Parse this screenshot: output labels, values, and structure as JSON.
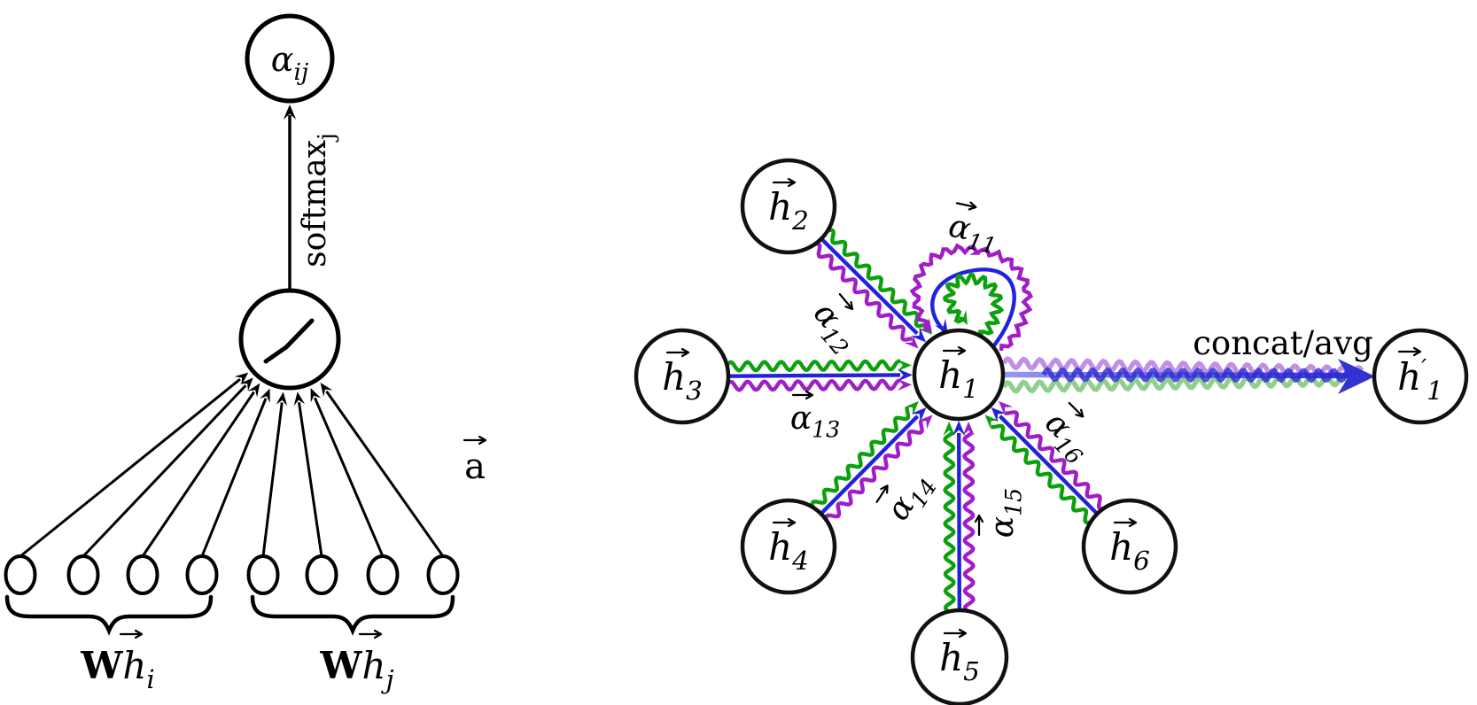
{
  "figure_kind": "graph-attention-network-diagram",
  "colors": {
    "black": "#000000",
    "green": "#0da00d",
    "blue": "#2222dd",
    "purple": "#a01dc8",
    "lavender": "#bd8ae6",
    "light_green": "#8acc8a",
    "periwinkle_start": "#9898f0",
    "periwinkle_end": "#3030d8",
    "dark_blue_overlay": "#2c2cd0",
    "output_arrow_blue": "#3333d0",
    "node_stroke": "#111111"
  },
  "left_panel": {
    "alpha_output_node": {
      "base": "α",
      "sub": "ij"
    },
    "softmax_label": {
      "base": "softmax",
      "sub": "j"
    },
    "attention_vector_label": {
      "base": "a"
    },
    "brace_left_label": {
      "bold": "W",
      "base": "h",
      "sub": "i"
    },
    "brace_right_label": {
      "bold": "W",
      "base": "h",
      "sub": "j"
    },
    "feature_dot_count": 8
  },
  "right_panel": {
    "nodes": [
      {
        "id": "h1",
        "base": "h",
        "sub": "1"
      },
      {
        "id": "h2",
        "base": "h",
        "sub": "2"
      },
      {
        "id": "h3",
        "base": "h",
        "sub": "3"
      },
      {
        "id": "h4",
        "base": "h",
        "sub": "4"
      },
      {
        "id": "h5",
        "base": "h",
        "sub": "5"
      },
      {
        "id": "h6",
        "base": "h",
        "sub": "6"
      },
      {
        "id": "h1p",
        "base": "h",
        "sub": "1",
        "prime": "′"
      }
    ],
    "edge_labels": [
      {
        "id": "a11",
        "base": "α",
        "sub": "11"
      },
      {
        "id": "a12",
        "base": "α",
        "sub": "12"
      },
      {
        "id": "a13",
        "base": "α",
        "sub": "13"
      },
      {
        "id": "a14",
        "base": "α",
        "sub": "14"
      },
      {
        "id": "a15",
        "base": "α",
        "sub": "15"
      },
      {
        "id": "a16",
        "base": "α",
        "sub": "16"
      }
    ],
    "output_edge_label": "concat/avg"
  }
}
